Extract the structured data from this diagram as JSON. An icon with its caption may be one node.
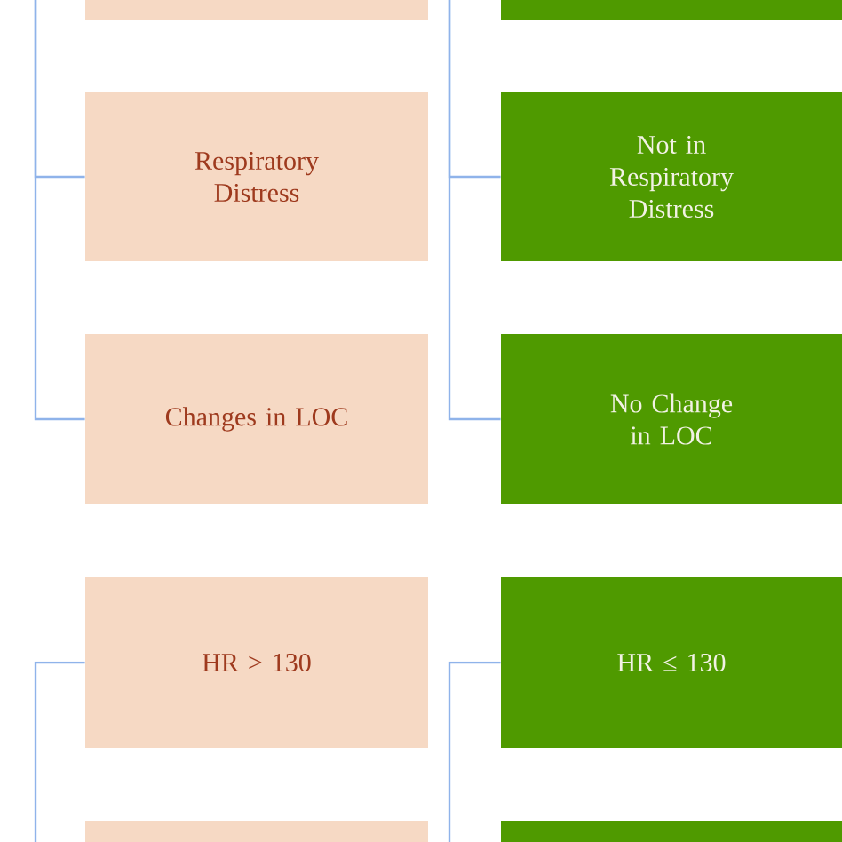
{
  "diagram": {
    "nodes": [
      {
        "text": [],
        "shape": "box"
      },
      {
        "text": [],
        "shape": "box"
      },
      {
        "text": [
          "Respiratory Distress"
        ]
      },
      {
        "text": [
          "Not in Respiratory Distress"
        ]
      },
      {
        "text": [
          "Changes in LOC"
        ]
      },
      {
        "text": [
          "No Change in LOC"
        ]
      },
      {
        "text": [
          "HR > 130"
        ]
      },
      {
        "text": [
          "HR ≤ 130"
        ]
      },
      {
        "text": [],
        "shape": "box"
      },
      {
        "text": [],
        "shape": "box"
      }
    ],
    "edges": [
      {
        "from": null,
        "to": 2,
        "arrow": "none"
      },
      {
        "from": null,
        "to": 4,
        "arrow": "none"
      },
      {
        "from": null,
        "to": 6,
        "arrow": "none"
      },
      {
        "from": null,
        "to": 3,
        "arrow": "none"
      },
      {
        "from": null,
        "to": 5,
        "arrow": "none"
      },
      {
        "from": null,
        "to": 7,
        "arrow": "none"
      }
    ]
  }
}
